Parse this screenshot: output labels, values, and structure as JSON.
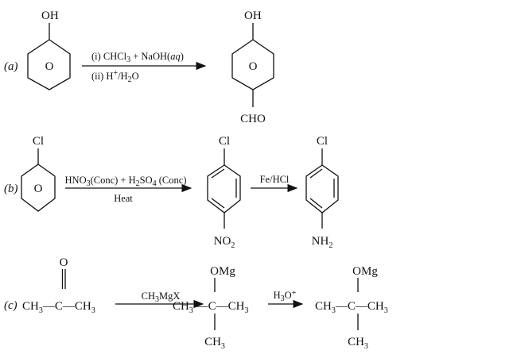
{
  "reaction_a": {
    "label": "(a)",
    "reactant_substituent": "OH",
    "reactant_ring": "O",
    "reagent_1": [
      "(i) CHCl",
      "3",
      " + NaOH(",
      "aq",
      ")"
    ],
    "reagent_2": [
      "(ii) H",
      "+",
      "/H",
      "2",
      "O"
    ],
    "product_substituent_top": "OH",
    "product_ring": "O",
    "product_substituent_bottom": "CHO"
  },
  "reaction_b": {
    "label": "(b)",
    "reactant_substituent": "Cl",
    "reactant_ring": "O",
    "reagent_1": [
      "HNO",
      "3",
      "(Conc) + H",
      "2",
      "SO",
      "4",
      " (Conc)"
    ],
    "reagent_2": "Heat",
    "intermediate_top": "Cl",
    "intermediate_bottom": [
      "NO",
      "2"
    ],
    "reagent_3": "Fe/HCl",
    "product_top": "Cl",
    "product_bottom": [
      "NH",
      "2"
    ]
  },
  "reaction_c": {
    "label": "(c)",
    "reactant_top": "O",
    "reactant_chain": [
      "CH",
      "3",
      "—C—CH",
      "3"
    ],
    "reagent_1": [
      "CH",
      "3",
      "MgX"
    ],
    "intermediate_top": "OMg",
    "intermediate_chain": [
      "CH",
      "3",
      " —C—CH",
      "3"
    ],
    "intermediate_bottom": [
      "CH",
      "3"
    ],
    "reagent_2": [
      "H",
      "3",
      "O",
      "+"
    ],
    "product_top": "OMg",
    "product_chain": [
      "CH",
      "3",
      "—C—CH",
      "3"
    ],
    "product_bottom": [
      "CH",
      "3"
    ]
  }
}
